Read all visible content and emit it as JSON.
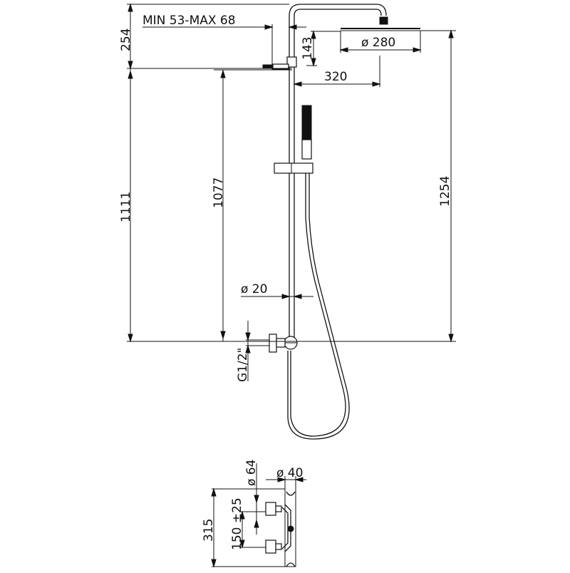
{
  "drawing": {
    "title": "Shower column technical drawing",
    "line_color": "#111111",
    "background": "#ffffff"
  },
  "dimensions": {
    "arm_offset": "MIN 53-MAX 68",
    "top_height": "254",
    "head_drop": "143",
    "head_diameter": "ø 280",
    "arm_reach": "320",
    "total_height": "1254",
    "outlet_height": "1111",
    "bar_length": "1077",
    "bar_diameter": "ø 20",
    "inlet_thread": "G1/2\"",
    "mixer_body_diameter": "ø 64",
    "mixer_connector_diameter": "ø 40",
    "mixer_height": "315",
    "inlet_spacing": "150 ±25"
  }
}
